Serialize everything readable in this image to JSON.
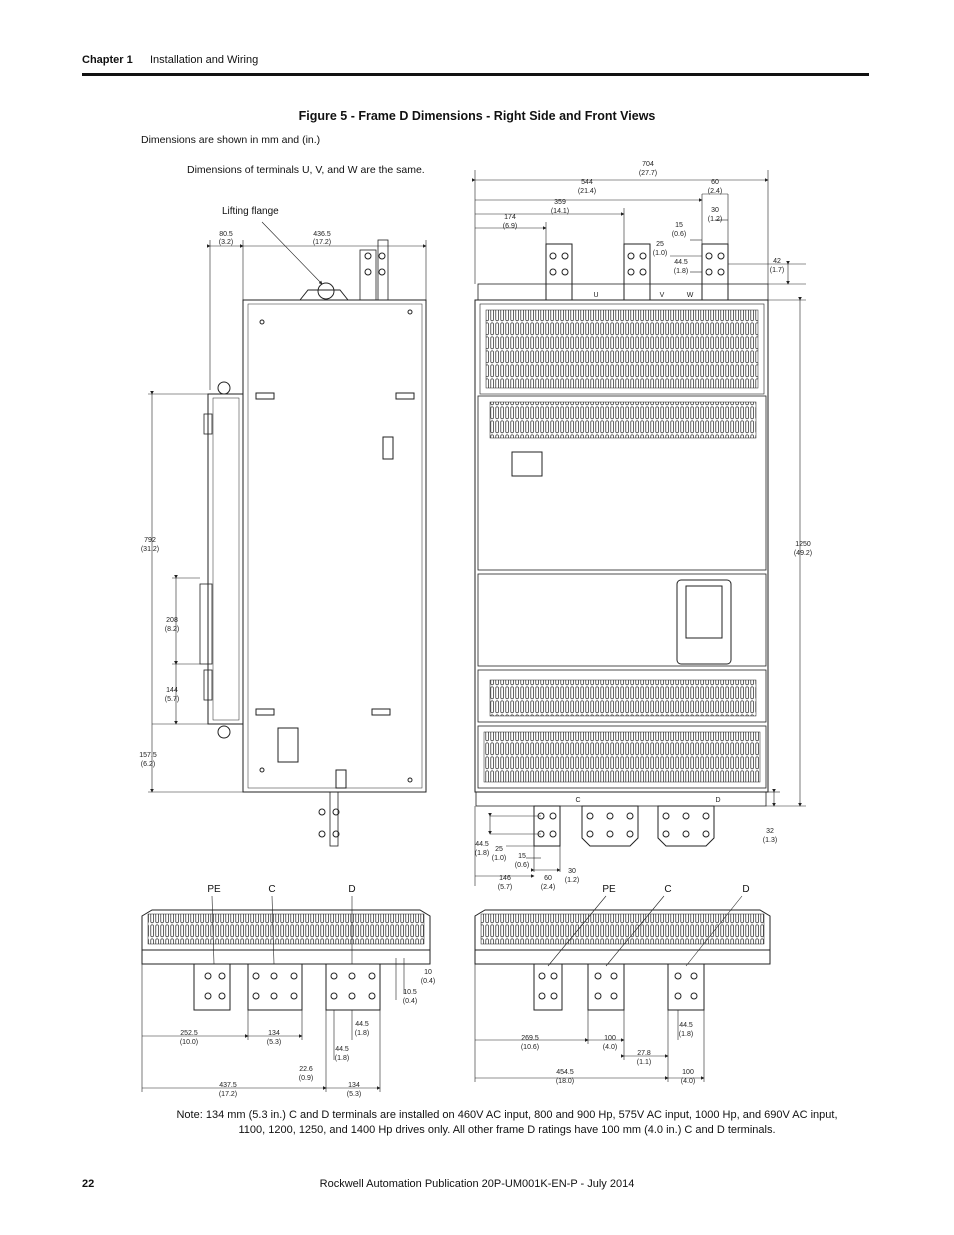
{
  "header": {
    "chapter": "Chapter 1",
    "section": "Installation and Wiring"
  },
  "figure": {
    "title": "Figure 5 - Frame D Dimensions - Right Side and Front Views",
    "units_note": "Dimensions are shown in mm and (in.)",
    "terminals_note": "Dimensions of terminals U, V, and W are the same.",
    "lifting_flange": "Lifting flange"
  },
  "dims": {
    "d_80_5": "80.5",
    "d_80_5_in": "(3.2)",
    "d_436_5": "436.5",
    "d_436_5_in": "(17.2)",
    "d_792": "792",
    "d_792_in": "(31.2)",
    "d_208": "208",
    "d_208_in": "(8.2)",
    "d_144": "144",
    "d_144_in": "(5.7)",
    "d_157_5": "157.5",
    "d_157_5_in": "(6.2)",
    "d_704": "704",
    "d_704_in": "(27.7)",
    "d_544": "544",
    "d_544_in": "(21.4)",
    "d_359": "359",
    "d_359_in": "(14.1)",
    "d_174": "174",
    "d_174_in": "(6.9)",
    "d_60": "60",
    "d_60_in": "(2.4)",
    "d_30": "30",
    "d_30_in": "(1.2)",
    "d_15": "15",
    "d_15_in": "(0.6)",
    "d_25": "25",
    "d_25_in": "(1.0)",
    "d_44_5": "44.5",
    "d_44_5_in": "(1.8)",
    "d_42": "42",
    "d_42_in": "(1.7)",
    "d_1250": "1250",
    "d_1250_in": "(49.2)",
    "d_32": "32",
    "d_32_in": "(1.3)",
    "d_146": "146",
    "d_146_in": "(5.7)",
    "d_10": "10",
    "d_10_in": "(0.4)",
    "d_10_5": "10.5",
    "d_10_5_in": "(0.4)",
    "d_252_5": "252.5",
    "d_252_5_in": "(10.0)",
    "d_134": "134",
    "d_134_in": "(5.3)",
    "d_22_6": "22.6",
    "d_22_6_in": "(0.9)",
    "d_437_5": "437.5",
    "d_437_5_in": "(17.2)",
    "d_269_5": "269.5",
    "d_269_5_in": "(10.6)",
    "d_100": "100",
    "d_100_in": "(4.0)",
    "d_27_8": "27.8",
    "d_27_8_in": "(1.1)",
    "d_454_5": "454.5",
    "d_454_5_in": "(18.0)"
  },
  "terminals": {
    "pe": "PE",
    "c": "C",
    "d": "D"
  },
  "front_marks": {
    "u": "U",
    "v": "V",
    "w": "W"
  },
  "footnote": {
    "line1": "Note: 134 mm (5.3 in.) C and D terminals are installed on 460V AC input, 800 and 900 Hp, 575V AC input, 1000 Hp, and 690V AC input,",
    "line2": "1100, 1200, 1250, and 1400 Hp drives only. All other frame D ratings have 100 mm (4.0 in.) C and D terminals."
  },
  "footer": {
    "page": "22",
    "publication": "Rockwell Automation Publication 20P-UM001K-EN-P - July 2014"
  }
}
